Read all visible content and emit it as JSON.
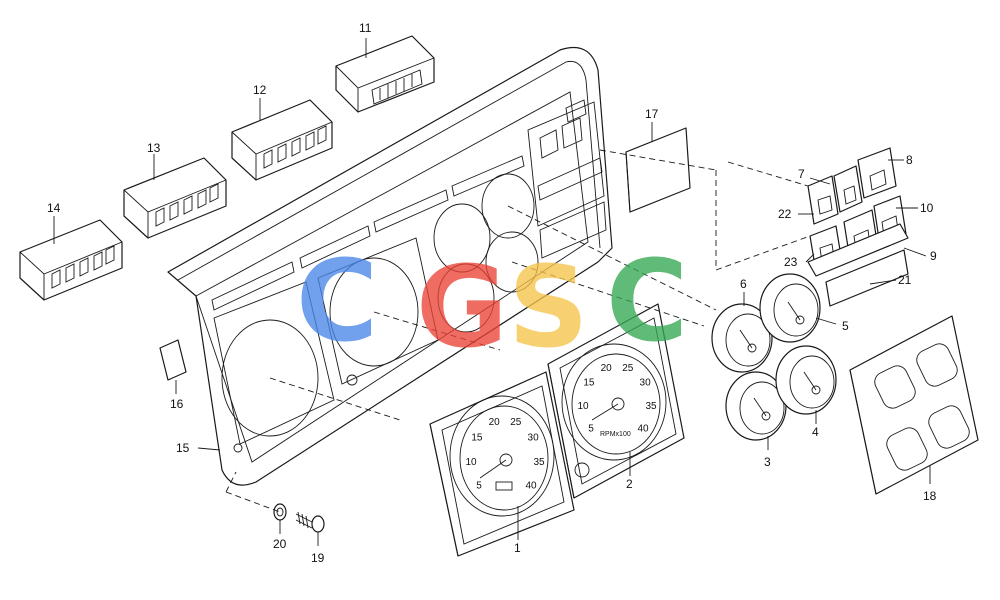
{
  "watermark": {
    "letters": [
      "C",
      "G",
      "S",
      "C"
    ],
    "colors": [
      "#4a86e8",
      "#ea4335",
      "#f6c34a",
      "#34a853"
    ]
  },
  "callouts": [
    "1",
    "2",
    "3",
    "4",
    "5",
    "6",
    "7",
    "8",
    "9",
    "10",
    "11",
    "12",
    "13",
    "14",
    "15",
    "16",
    "17",
    "18",
    "19",
    "20",
    "21",
    "22",
    "23"
  ],
  "tacho_dial": {
    "numbers": [
      "5",
      "10",
      "15",
      "20",
      "25",
      "30",
      "35",
      "40"
    ],
    "unit": "RPMx100"
  },
  "speedo_dial": {
    "numbers": [
      "5",
      "10",
      "15",
      "20",
      "25",
      "30",
      "35",
      "40"
    ]
  }
}
